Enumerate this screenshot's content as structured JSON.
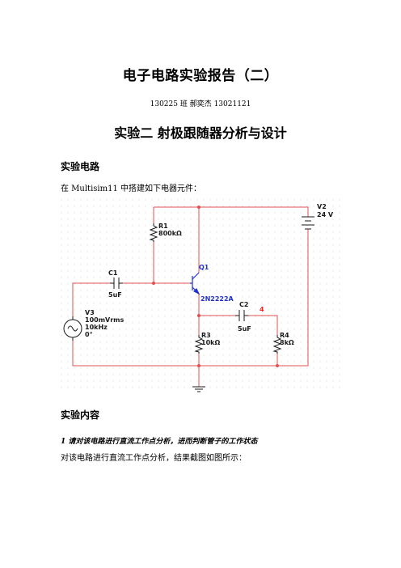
{
  "doc": {
    "title": "电子电路实验报告（二）",
    "meta": "130225 班 郝奕杰 13021121",
    "exp_title": "实验二 射极跟随器分析与设计",
    "sec1_heading": "实验电路",
    "sec1_para": "在 Multisim11 中搭建如下电器元件：",
    "sec2_heading": "实验内容",
    "item1": "1 请对该电路进行直流工作点分析，进而判断管子的工作状态",
    "item1_para": "对该电路进行直流工作点分析，结果截图如图所示："
  },
  "schematic": {
    "colors": {
      "wire": "#e05050",
      "part": "#1a1a1a",
      "transistor": "#2233cc",
      "grid": "#c8c8c8",
      "node": "#ff2020"
    },
    "v2": {
      "name": "V2",
      "value": "24 V"
    },
    "r1": {
      "name": "R1",
      "value": "800kΩ"
    },
    "q1": {
      "name": "Q1",
      "model": "2N2222A"
    },
    "c1": {
      "name": "C1",
      "value": "5uF"
    },
    "v3": {
      "name": "V3",
      "amp": "100mVrms",
      "freq": "10kHz",
      "phase": "0°"
    },
    "c2": {
      "name": "C2",
      "value": "5uF"
    },
    "node4": "4",
    "r3": {
      "name": "R3",
      "value": "10kΩ"
    },
    "r4": {
      "name": "R4",
      "value": "8kΩ"
    }
  }
}
